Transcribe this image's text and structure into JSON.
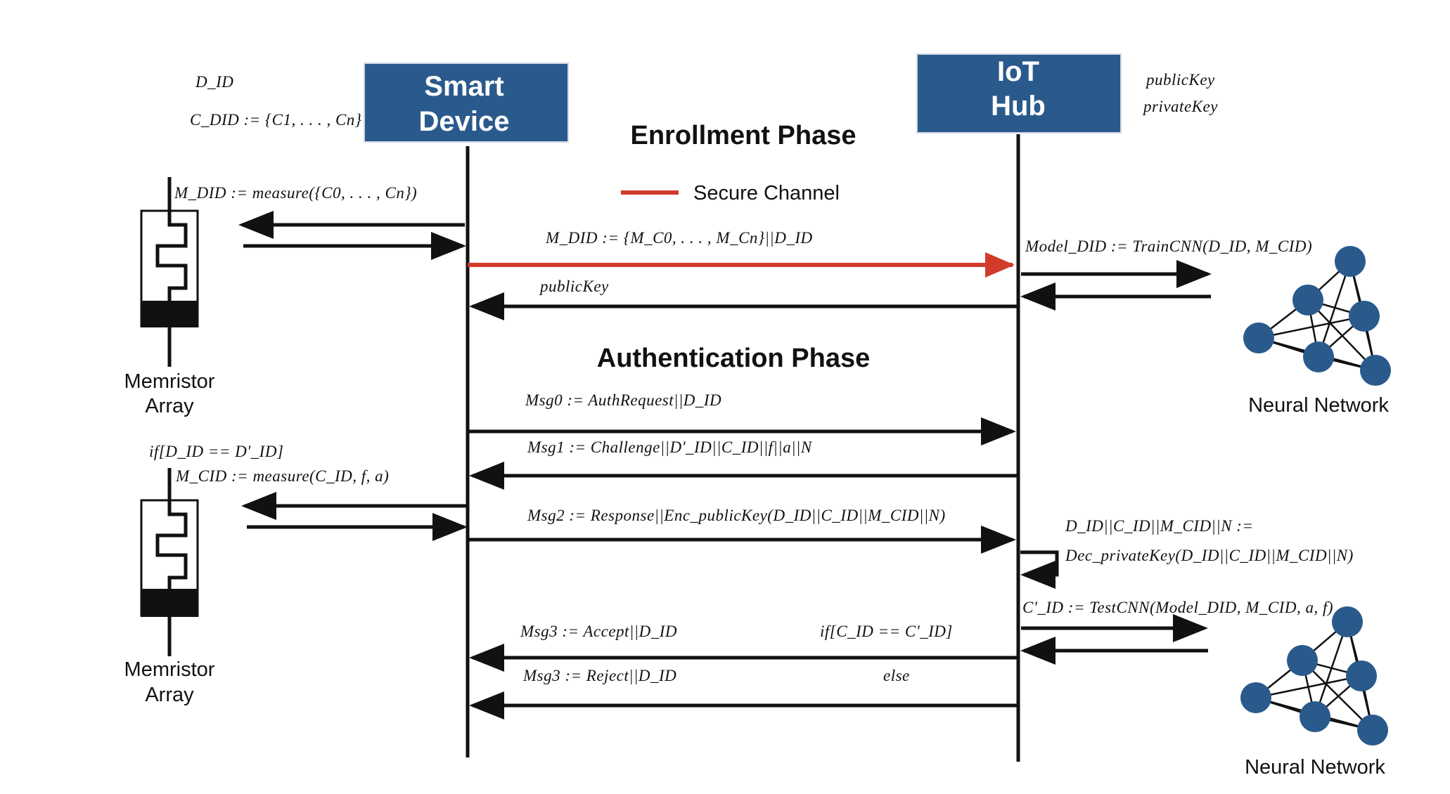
{
  "colors": {
    "box_fill": "#2a5a8c",
    "secure_channel": "#d23a2a",
    "ink": "#111111",
    "node": "#2a5a8c"
  },
  "actors": {
    "smart_device": {
      "line1": "Smart",
      "line2": "Device"
    },
    "iot_hub": {
      "line1": "IoT",
      "line2": "Hub"
    }
  },
  "phases": {
    "enrollment": "Enrollment Phase",
    "authentication": "Authentication Phase"
  },
  "legend": {
    "secure_channel": "Secure Channel"
  },
  "device_notes": {
    "d_id": "D_ID",
    "c_did": "C_DID := {C1, . . . , Cn}"
  },
  "hub_keys": {
    "public": "publicKey",
    "private": "privateKey"
  },
  "memristor_arrays": [
    {
      "label_line1": "Memristor",
      "label_line2": "Array"
    },
    {
      "label_line1": "Memristor",
      "label_line2": "Array"
    }
  ],
  "neural_networks": [
    {
      "label": "Neural Network"
    },
    {
      "label": "Neural Network"
    }
  ],
  "messages": {
    "measure_enroll": "M_DID := measure({C0, . . . , Cn})",
    "m_did_set": "M_DID := {M_C0, . . . , M_Cn}||D_ID",
    "train_cnn": "Model_DID := TrainCNN(D_ID, M_CID)",
    "public_key": "publicKey",
    "msg0": "Msg0 := AuthRequest||D_ID",
    "if_did_check": "if[D_ID == D'_ID]",
    "msg1": "Msg1 := Challenge||D'_ID||C_ID||f||a||N",
    "measure_auth": "M_CID := measure(C_ID, f, a)",
    "msg2": "Msg2 := Response||Enc_publicKey(D_ID||C_ID||M_CID||N)",
    "decrypt_lhs": "D_ID||C_ID||M_CID||N :=",
    "decrypt_rhs": "Dec_privateKey(D_ID||C_ID||M_CID||N)",
    "test_cnn": "C'_ID := TestCNN(Model_DID, M_CID, a, f)",
    "msg3_accept": "Msg3 := Accept||D_ID",
    "if_cid_check": "if[C_ID == C'_ID]",
    "msg3_reject": "Msg3 := Reject||D_ID",
    "else": "else"
  }
}
